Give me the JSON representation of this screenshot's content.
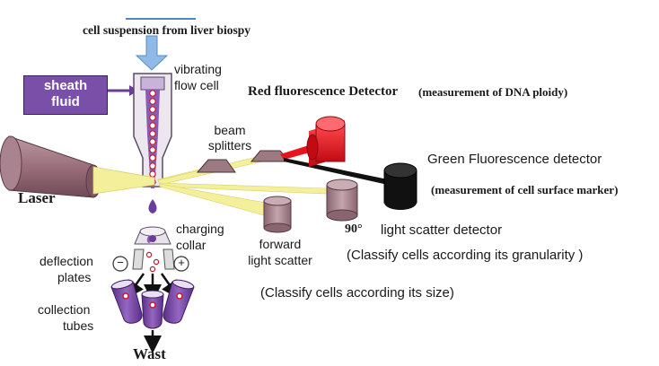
{
  "labels": {
    "cell_suspension": "cell suspension from liver biospy",
    "sheath_fluid": [
      "sheath",
      "fluid"
    ],
    "vibrating_flow_cell": [
      "vibrating",
      "flow cell"
    ],
    "red_detector": "Red fluorescence Detector",
    "red_detector_note": "(measurement of DNA ploidy)",
    "beam_splitters": [
      "beam",
      "splitters"
    ],
    "green_detector": "Green Fluorescence detector",
    "green_detector_note": "(measurement of cell surface marker)",
    "laser": "Laser",
    "side_scatter_angle": "90°",
    "side_scatter": "light scatter detector",
    "side_scatter_note": "(Classify cells according its granularity )",
    "charging_collar": [
      "charging",
      "collar"
    ],
    "forward_scatter": [
      "forward",
      "light scatter"
    ],
    "forward_scatter_note": "(Classify cells according its size)",
    "deflection_plates": [
      "deflection",
      "plates"
    ],
    "plate_minus": "−",
    "plate_plus": "+",
    "collection_tubes": [
      "collection",
      "tubes"
    ],
    "waste": "Wast"
  },
  "colors": {
    "sheath_box": "#7a4fa8",
    "flow_cell": "#ece6ee",
    "droplet": "#6a3d9a",
    "laser_body": "#9b6f7c",
    "laser_beam": "#f4ef9a",
    "red_detector": "#e8141c",
    "green_detector": "#111111",
    "scatter_detector": "#a5828a",
    "input_arrow": "#8fb9e6"
  }
}
